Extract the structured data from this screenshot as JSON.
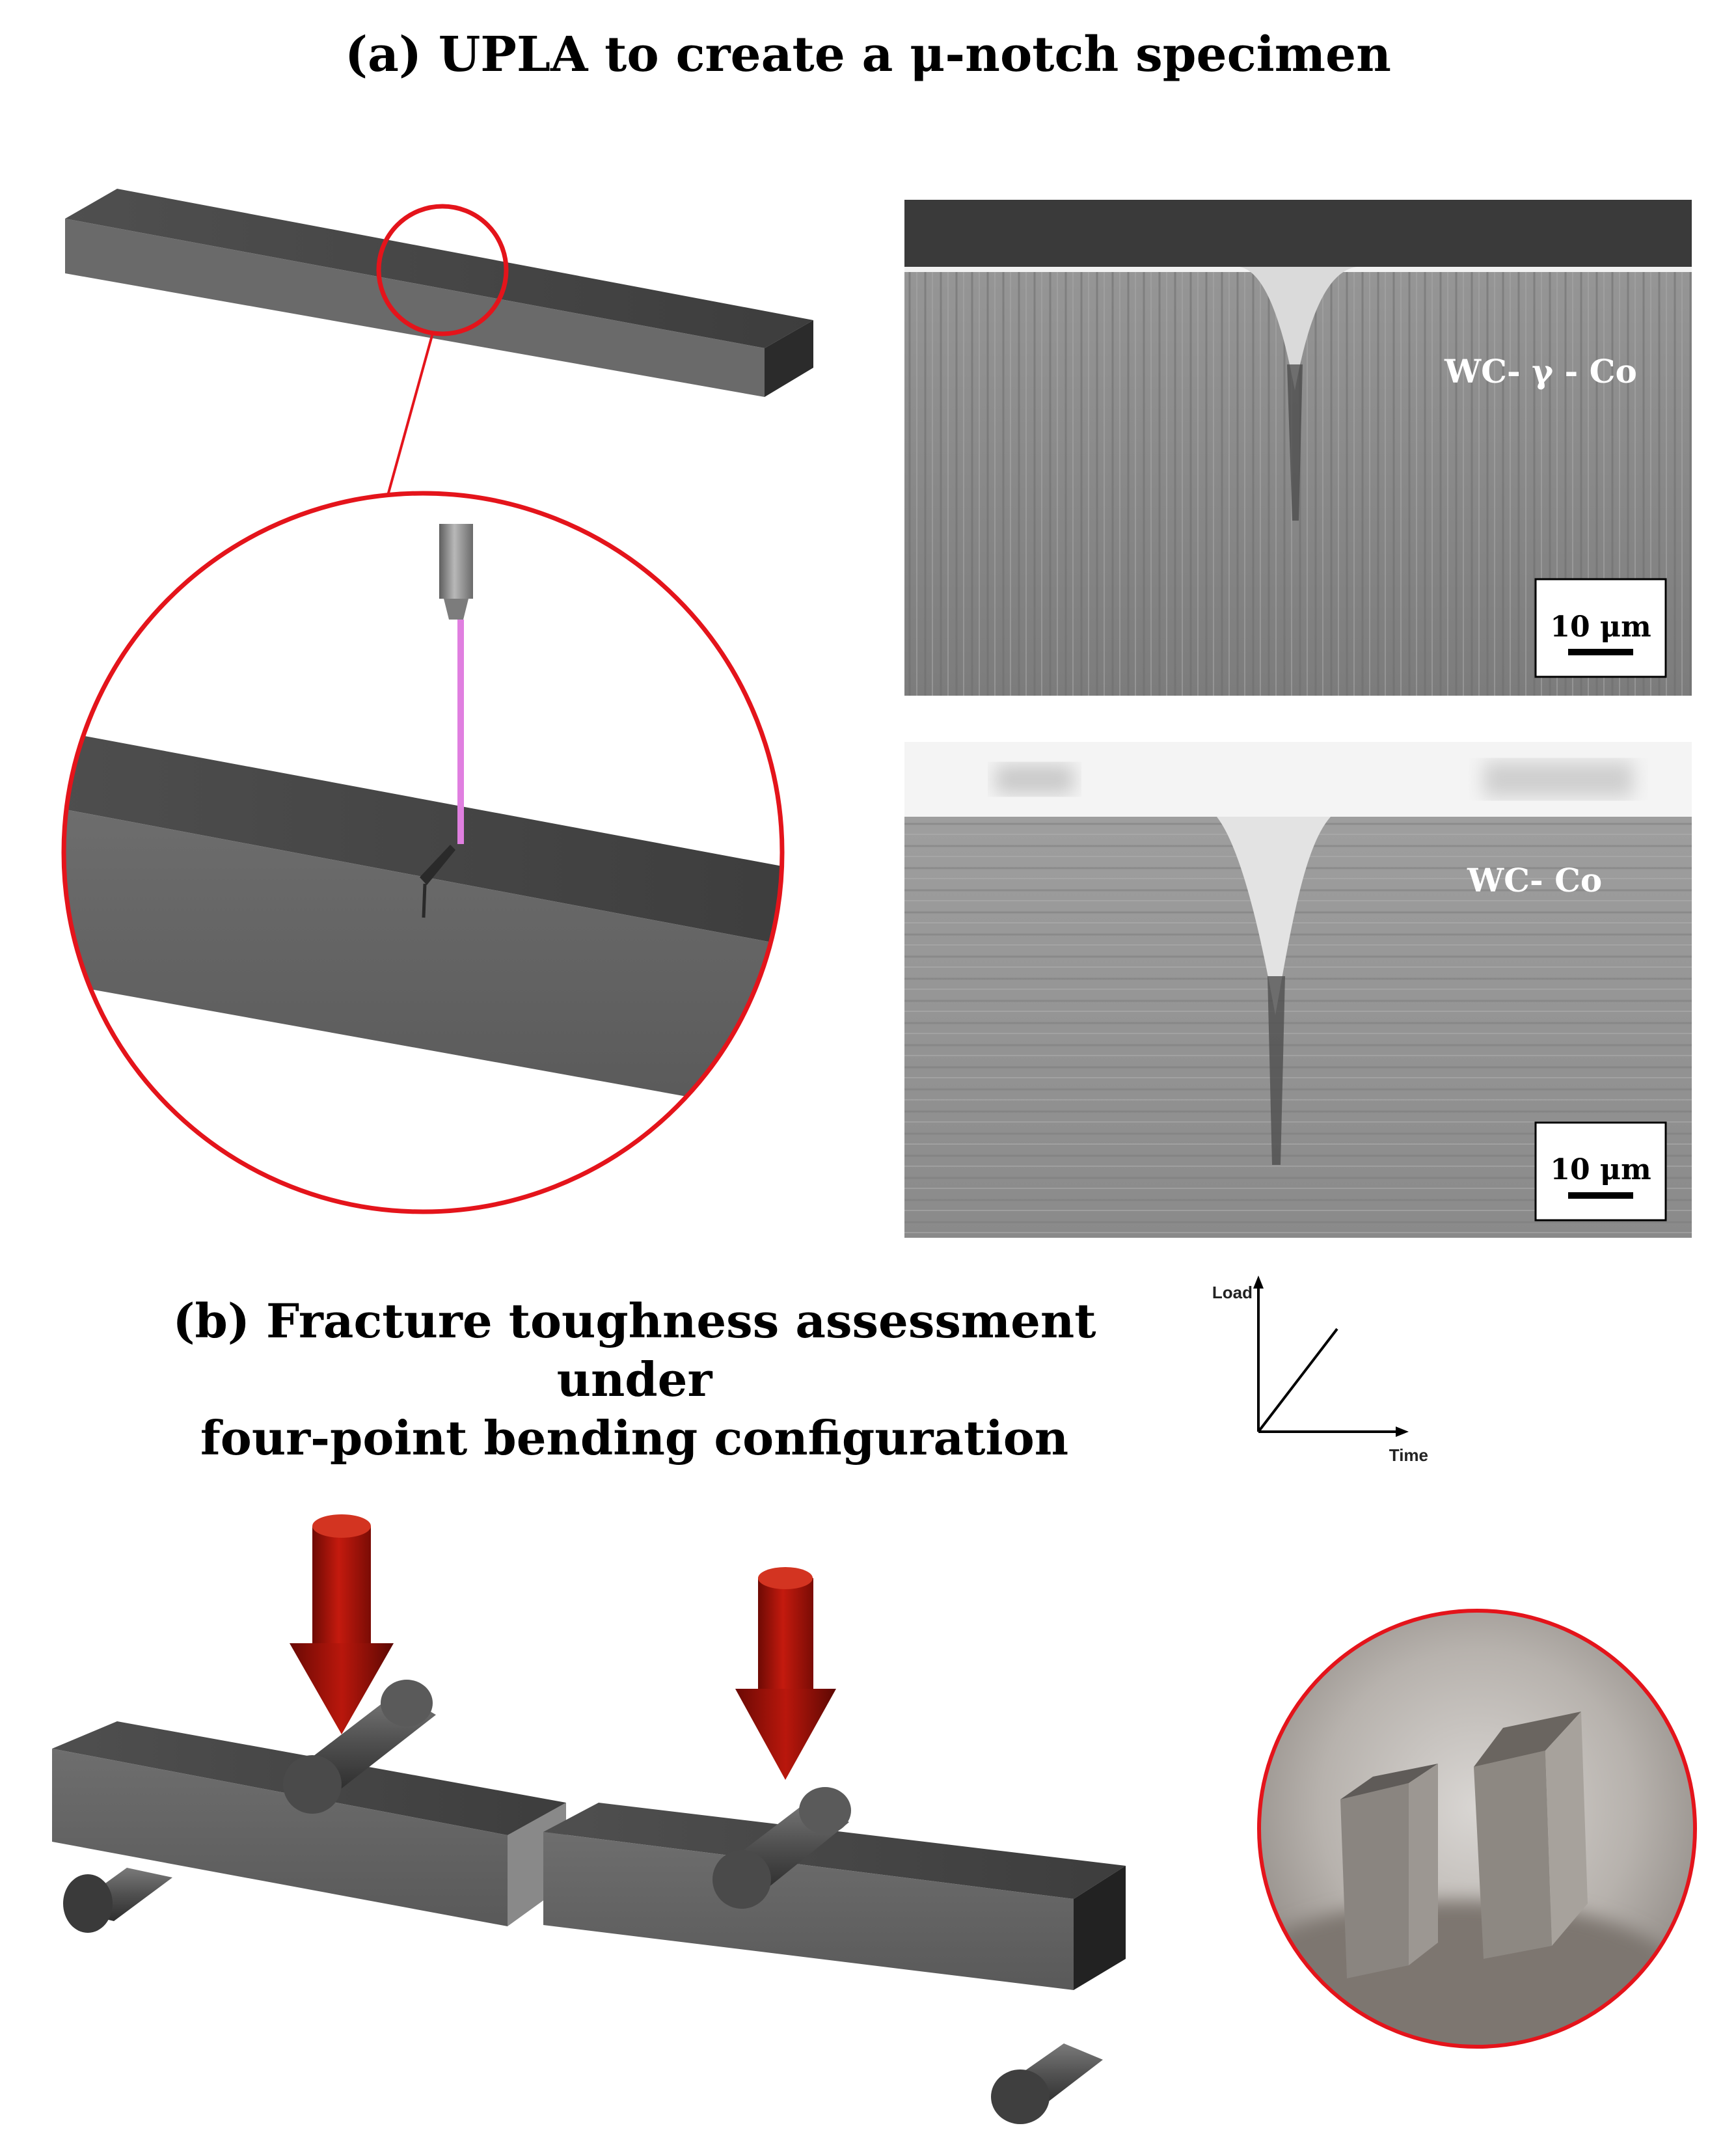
{
  "panel_a": {
    "title": "(a) UPLA to create a μ-notch specimen",
    "sem_top": {
      "label": "WC- γ - Co",
      "scale_bar": "10 μm"
    },
    "sem_bottom": {
      "label": "WC- Co",
      "scale_bar": "10 μm"
    }
  },
  "panel_b": {
    "title_line1": "(b) Fracture toughness assessment under",
    "title_line2": "four-point bending configuration",
    "load_chart": {
      "y_label": "Load",
      "x_label": "Time",
      "curve": "linear"
    }
  },
  "colors": {
    "bar_top": "#4a4a4a",
    "bar_front": "#6b6b6b",
    "bar_end": "#2a2a2a",
    "highlight_red": "#e4141b",
    "laser_pink": "#e07fe0",
    "arrow_red": "#9e1208",
    "sem_gray": "#8f8f8f"
  }
}
